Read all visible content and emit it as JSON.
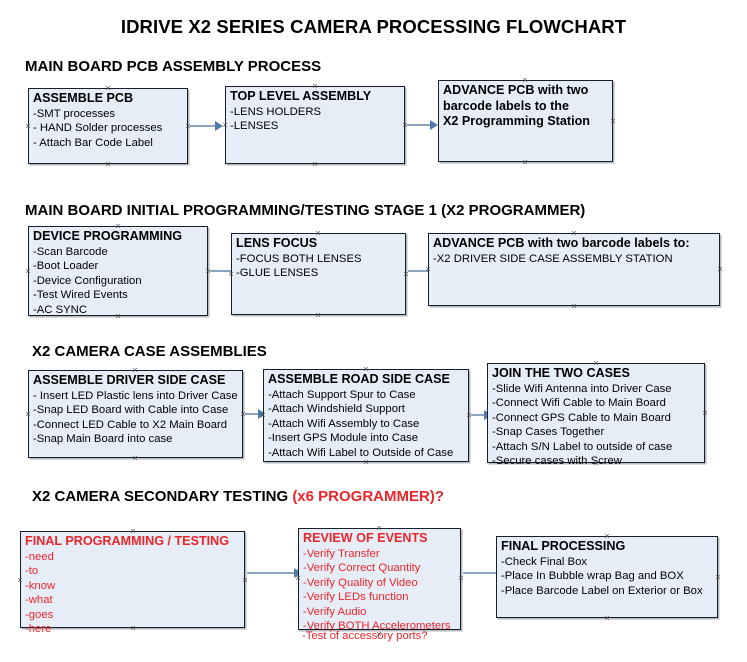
{
  "document": {
    "title": "IDRIVE X2  SERIES CAMERA PROCESSING FLOWCHART"
  },
  "sections": [
    {
      "id": "main-board-pcb-assembly",
      "heading": "MAIN BOARD PCB ASSEMBLY PROCESS",
      "heading_accent": "",
      "nodes": [
        {
          "id": "assemble-pcb",
          "title": "ASSEMBLE PCB",
          "lines": [
            "-SMT processes",
            "- HAND Solder processes",
            "- Attach Bar Code Label"
          ],
          "color": "black",
          "title_bold_lines": false
        },
        {
          "id": "top-level-assembly",
          "title": "TOP LEVEL ASSEMBLY",
          "lines": [
            "-LENS HOLDERS",
            "-LENSES"
          ],
          "color": "black",
          "title_bold_lines": false
        },
        {
          "id": "advance-pcb-to-programming-station",
          "title": "ADVANCE PCB with two",
          "lines": [
            "barcode labels to the",
            " X2 Programming Station"
          ],
          "color": "black",
          "title_bold_lines": true
        }
      ]
    },
    {
      "id": "main-board-initial-programming",
      "heading": "MAIN BOARD INITIAL PROGRAMMING/TESTING STAGE 1 (X2 PROGRAMMER)",
      "heading_accent": "",
      "nodes": [
        {
          "id": "device-programming",
          "title": "DEVICE PROGRAMMING",
          "lines": [
            "-Scan Barcode",
            "-Boot Loader",
            "-Device Configuration",
            "-Test Wired Events",
            "-AC SYNC"
          ],
          "color": "black",
          "title_bold_lines": false
        },
        {
          "id": "lens-focus",
          "title": "LENS FOCUS",
          "lines": [
            "-FOCUS BOTH LENSES",
            "-GLUE LENSES"
          ],
          "color": "black",
          "title_bold_lines": false
        },
        {
          "id": "advance-pcb-to-driver-side-case",
          "title": "ADVANCE PCB with two barcode labels to:",
          "lines": [
            "-X2 DRIVER  SIDE  CASE  ASSEMBLY STATION"
          ],
          "color": "black",
          "title_bold_lines": false
        }
      ]
    },
    {
      "id": "x2-camera-case-assemblies",
      "heading": "X2 CAMERA CASE ASSEMBLIES",
      "heading_accent": "",
      "nodes": [
        {
          "id": "assemble-driver-side-case",
          "title": "ASSEMBLE DRIVER SIDE CASE",
          "lines": [
            "- Insert LED Plastic lens into Driver Case",
            "-Snap LED Board with Cable into Case",
            "-Connect LED Cable to X2 Main Board",
            "-Snap Main Board into case"
          ],
          "color": "black",
          "title_bold_lines": false
        },
        {
          "id": "assemble-road-side-case",
          "title": "ASSEMBLE ROAD SIDE CASE",
          "lines": [
            "-Attach Support Spur to Case",
            "-Attach Windshield Support",
            "-Attach Wifi Assembly to Case",
            "-Insert GPS Module into Case",
            "-Attach Wifi Label to Outside of Case"
          ],
          "color": "black",
          "title_bold_lines": false
        },
        {
          "id": "join-the-two-cases",
          "title": "JOIN THE TWO CASES",
          "lines": [
            "-Slide Wifi Antenna into Driver Case",
            "-Connect Wifi Cable to Main Board",
            "-Connect GPS Cable to Main Board",
            "-Snap Cases Together",
            "-Attach S/N Label to outside of case",
            "-Secure cases with Screw"
          ],
          "color": "black",
          "title_bold_lines": false
        }
      ]
    },
    {
      "id": "x2-camera-secondary-testing",
      "heading": "X2 CAMERA SECONDARY TESTING ",
      "heading_accent": "(x6 PROGRAMMER)?",
      "nodes": [
        {
          "id": "final-programming-testing",
          "title": "FINAL PROGRAMMING / TESTING",
          "lines": [
            "-need",
            "-to",
            "-know",
            "-what",
            "-goes",
            "-here"
          ],
          "color": "red",
          "title_bold_lines": false
        },
        {
          "id": "review-of-events",
          "title": "REVIEW OF EVENTS",
          "lines": [
            "-Verify Transfer",
            "-Verify Correct Quantity",
            "-Verify Quality of Video",
            "-Verify LEDs function",
            "-Verify Audio",
            "-Verify BOTH Accelerometers"
          ],
          "overflow_line": "-Test of accessory ports?",
          "color": "red",
          "title_bold_lines": false
        },
        {
          "id": "final-processing",
          "title": "FINAL PROCESSING",
          "lines": [
            " -Check Final Box",
            "-Place In Bubble wrap Bag and BOX",
            "-Place Barcode Label on Exterior or Box"
          ],
          "color": "black",
          "title_bold_lines": false
        }
      ]
    }
  ],
  "colors": {
    "node_fill": "#e7edf7",
    "node_border": "#17202a",
    "accent_red": "#e8262b",
    "arrow": "#8ba4bf",
    "arrow_head": "#4f7ba8"
  }
}
